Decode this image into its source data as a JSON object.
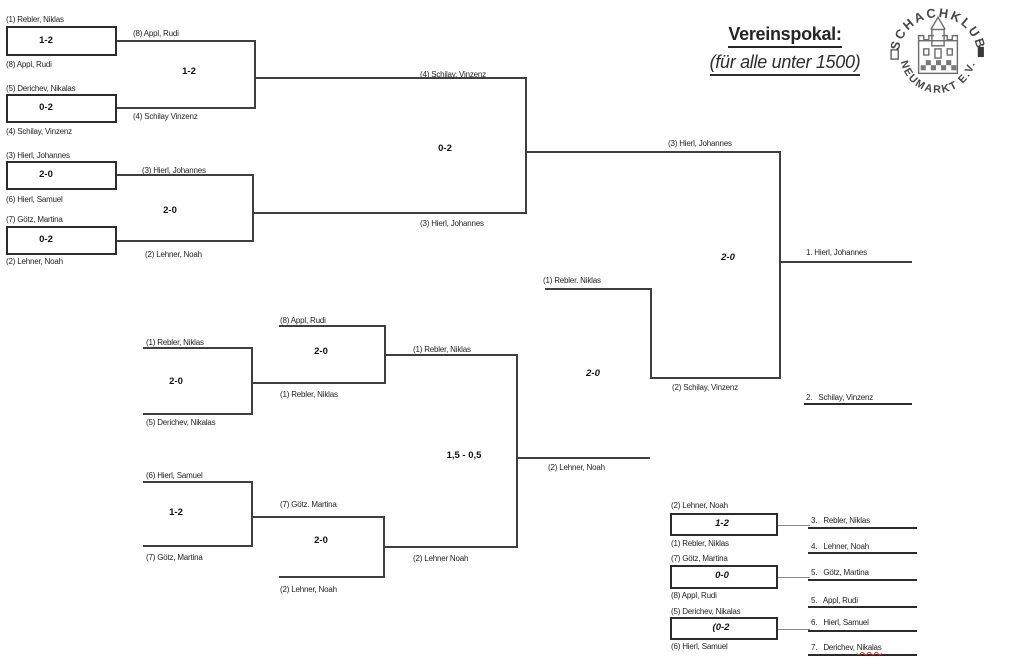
{
  "title": {
    "main": "Vereinspokal:",
    "sub": "(für alle unter 1500)"
  },
  "logo": {
    "arc_top": "SCHACHKLUB",
    "arc_bottom": "NEUMARKT E.V."
  },
  "wr1": [
    {
      "top": "(1) Rebler, Niklas",
      "score": "1-2",
      "bottom": "(8) Appl, Rudi"
    },
    {
      "top": "(5) Derichev, Nikalas",
      "score": "0-2",
      "bottom": "(4) Schilay, Vinzenz"
    },
    {
      "top": "(3) Hierl, Johannes",
      "score": "2-0",
      "bottom": "(6) Hierl, Samuel"
    },
    {
      "top": "(7) Götz, Martina",
      "score": "0-2",
      "bottom": "(2) Lehner, Noah"
    }
  ],
  "wr2": [
    {
      "top": "(8) Appl, Rudi",
      "score": "1-2",
      "bottom": "(4) Schilay Vinzenz"
    },
    {
      "top": "(3) Hierl, Johannes",
      "score": "2-0",
      "bottom": "(2) Lehner, Noah"
    }
  ],
  "wfinal": {
    "top": "(4) Schilay, Vinzenz",
    "score": "0-2",
    "bottom": "(3) Hierl, Johannes",
    "winner": "(3) Hierl, Johannes"
  },
  "gfinal": {
    "score": "2-0",
    "bottom": "(2) Schilay, Vinzenz"
  },
  "lr1": [
    {
      "top": "(1) Rebler, Niklas",
      "score": "2-0",
      "bottom": "(5) Derichev, Nikalas"
    },
    {
      "top": "(6) Hierl, Samuel",
      "score": "1-2",
      "bottom": "(7) Götz, Martina"
    }
  ],
  "lr2": [
    {
      "top": "(8) Appl, Rudi",
      "score": "2-0",
      "bottom": "(1) Rebler, Niklas",
      "winner": "(1) Rebler, Niklas"
    },
    {
      "top": "(7) Götz. Martina",
      "score": "2-0",
      "bottom": "(2) Lehner, Noah",
      "winner": "(2) Lehner Noah"
    }
  ],
  "lsemi": {
    "score": "1,5 - 0,5",
    "winner": "(2) Lehner, Noah"
  },
  "lfinal": {
    "top": "(1) Rebler. Niklas",
    "score": "2-0"
  },
  "pmatches": [
    {
      "top": "(2) Lehner, Noah",
      "score": "1-2",
      "bottom": "(1) Rebler, Niklas"
    },
    {
      "top": "(7) Götz, Martina",
      "score": "0-0",
      "bottom": "(8) Appl, Rudi"
    },
    {
      "top": "(5) Derichev, Nikalas",
      "score": "(0-2",
      "bottom": "(6) Hierl, Samuel"
    }
  ],
  "rankings": {
    "r1": "1. Hierl, Johannes",
    "r2": "2.   Schilay, Vinzenz",
    "r3": "3.   Rebler, Niklas",
    "r4": "4.   Lehner, Noah",
    "r5a": "5.   Götz, Martina",
    "r5b": "5.   Appl, Rudi",
    "r6": "6.   Hierl, Samuel",
    "r7_prefix": "7.   Derichev, ",
    "r7_word": "Nikalas"
  }
}
